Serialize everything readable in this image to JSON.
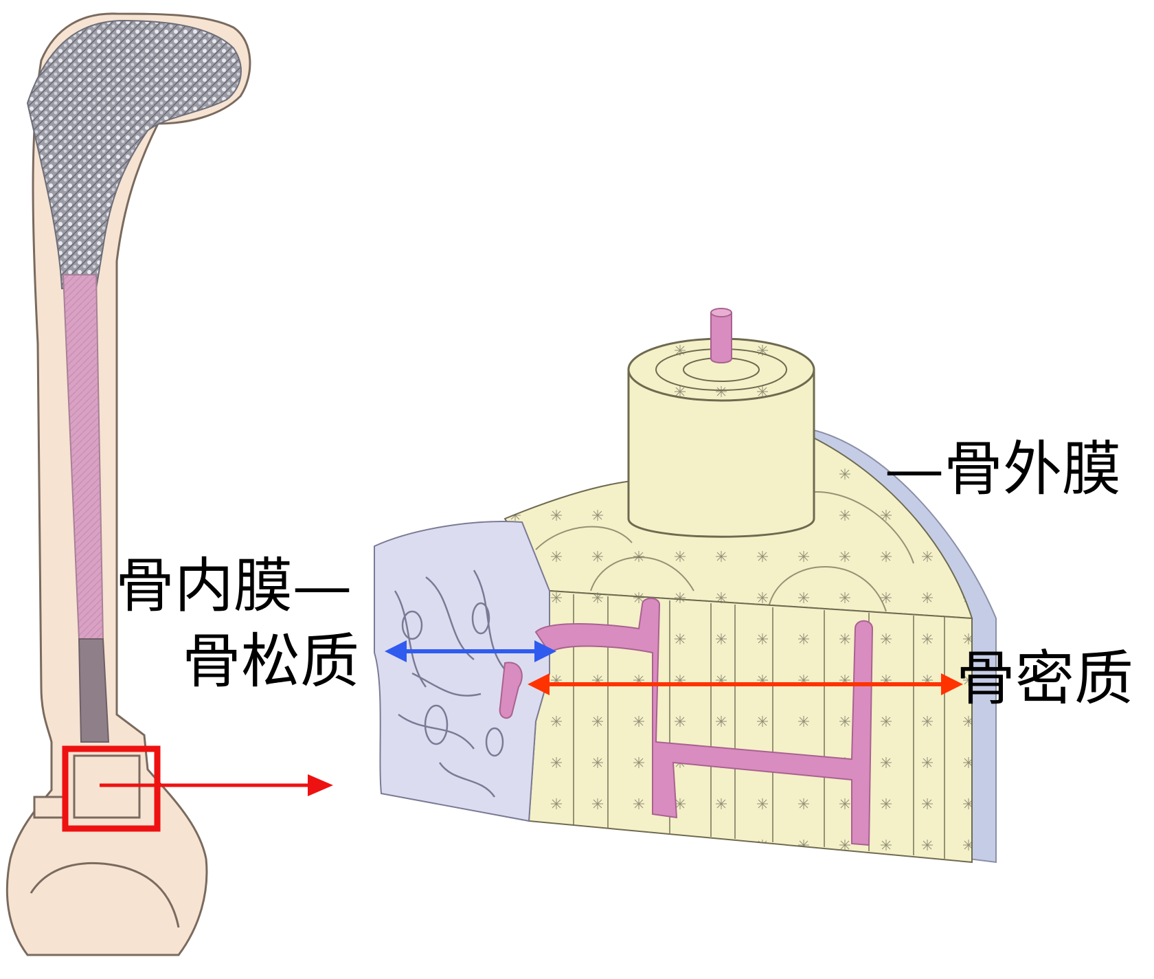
{
  "labels": {
    "periosteum": "—骨外膜",
    "endosteum": "骨内膜—",
    "spongy_bone": "骨松质",
    "compact_bone": "骨密质"
  },
  "colors": {
    "bone_cream": "#f6e3d2",
    "bone_outline": "#7a6a5e",
    "spongy_head": "#8e8e96",
    "marrow_pink": "#d9a1c4",
    "compact_yellow": "#f4f0c8",
    "spongy_lavender": "#dcdcf0",
    "vessel_pink": "#d98cc0",
    "periosteum_blue": "#c5cde6",
    "highlight_red": "#ee1111",
    "arrow_blue": "#2f5bef",
    "arrow_red": "#ff3300"
  }
}
